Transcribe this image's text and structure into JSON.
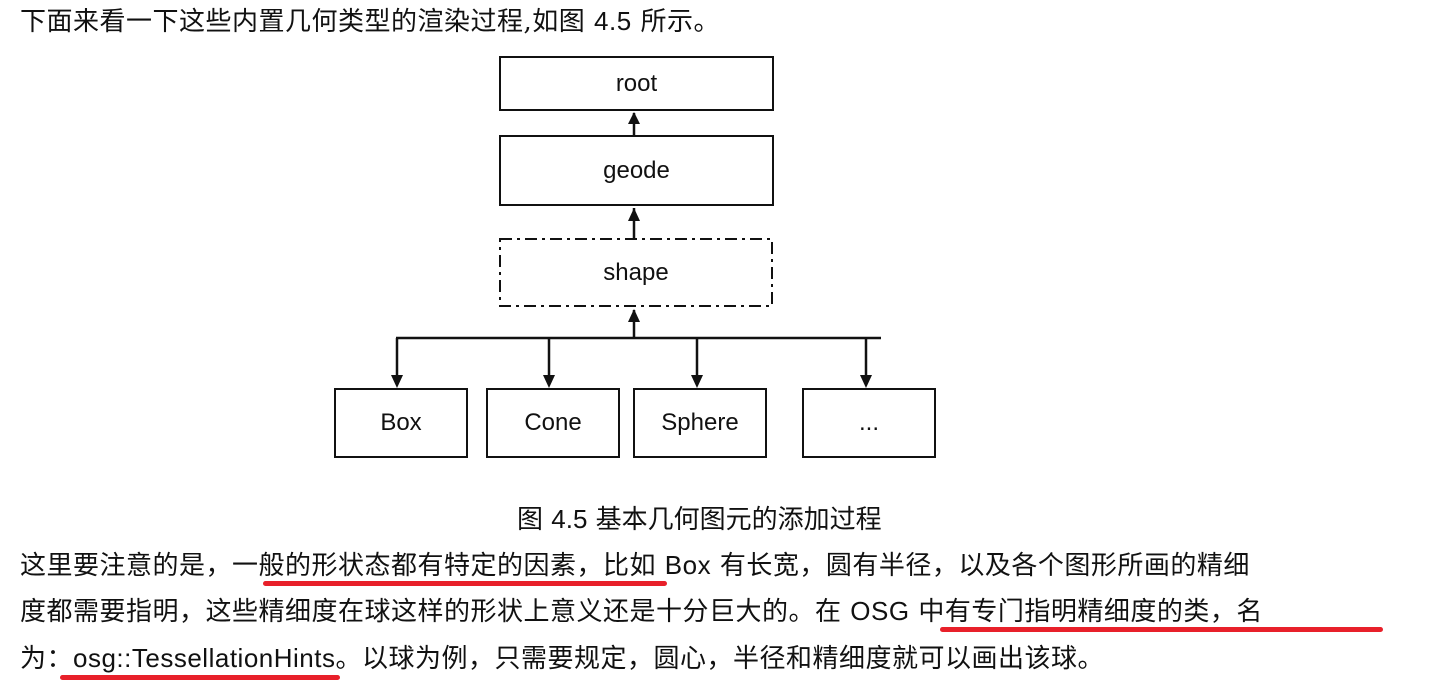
{
  "intro": {
    "text_before": "下面来看一下这些内置几何类型的渲染过程,如图 ",
    "fig_ref": "4.5",
    "text_after": " 所示。"
  },
  "diagram": {
    "nodes": {
      "root": "root",
      "geode": "geode",
      "shape": "shape",
      "children": [
        "Box",
        "Cone",
        "Sphere",
        "..."
      ]
    }
  },
  "caption": {
    "prefix": "图 ",
    "number": "4.5",
    "title": " 基本几何图元的添加过程"
  },
  "paragraph": {
    "line1": {
      "a": "这里要注意的是，",
      "highlight": "一般的形状态都有特定的因素",
      "b": "，比如 ",
      "box": "Box",
      "c": " 有长宽，圆有半径，以及各个图形所画的精细"
    },
    "line2": {
      "a": "度都需要指明，这些精细度在球这样的形状上意义还是十分巨大的。",
      "highlight_pre": "在 ",
      "osg": "OSG",
      "highlight_post": " 中有专门指明精细度的类",
      "b": "，名"
    },
    "line3": {
      "a": "为：",
      "class_name": "osg::TessellationHints",
      "b": "。以球为例，只需要规定，圆心，半径和精细度就可以画出该球。"
    }
  },
  "colors": {
    "underline": "#e8202a",
    "text": "#111111"
  }
}
